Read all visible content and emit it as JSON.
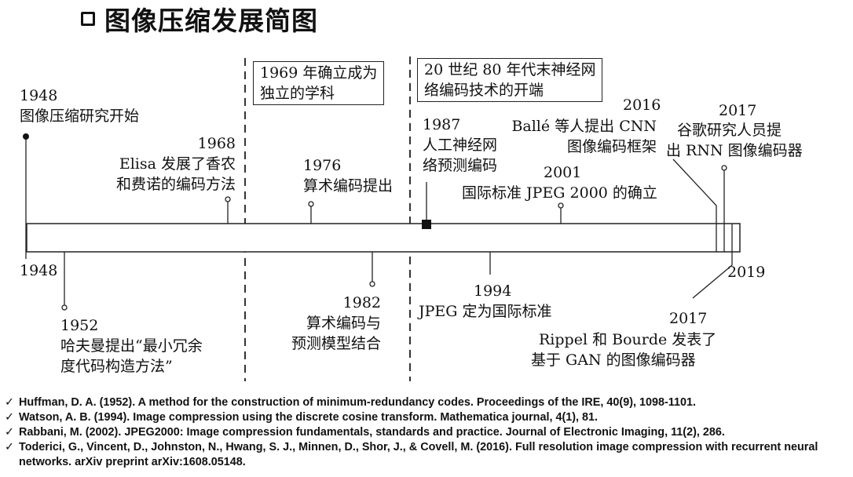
{
  "title": {
    "icon": "checkbox-outline-icon",
    "text": "图像压缩发展简图"
  },
  "timeline": {
    "start_label": "1948",
    "end_label": "2019",
    "boxes": [
      {
        "line1": "1969 年确立成为",
        "line2": "独立的学科"
      },
      {
        "line1": "20 世纪 80 年代末神经网",
        "line2": "络编码技术的开端"
      }
    ],
    "events_above": [
      {
        "year": "1948",
        "text": "图像压缩研究开始"
      },
      {
        "year": "1968",
        "line1": "Elisa 发展了香农",
        "line2": "和费诺的编码方法"
      },
      {
        "year": "1976",
        "text": "算术编码提出"
      },
      {
        "year": "1987",
        "line1": "人工神经网",
        "line2": "络预测编码"
      },
      {
        "year": "2001",
        "text": "国际标准 JPEG  2000 的确立"
      },
      {
        "year": "2016",
        "line1": "Ballé 等人提出 CNN",
        "line2": "图像编码框架"
      },
      {
        "year": "2017",
        "line1": "谷歌研究人员提",
        "line2": "出 RNN 图像编码器"
      }
    ],
    "events_below": [
      {
        "year": "1952",
        "line1": "哈夫曼提出“最小冗余",
        "line2": "度代码构造方法”"
      },
      {
        "year": "1982",
        "line1": "算术编码与",
        "line2": "预测模型结合"
      },
      {
        "year": "1994",
        "text": "JPEG 定为国际标准"
      },
      {
        "year": "2017",
        "line1": "Rippel 和 Bourde 发表了",
        "line2": "基于 GAN 的图像编码器"
      }
    ]
  },
  "references": {
    "bullet_icon": "checkmark-icon",
    "bullet": "✓",
    "items": [
      "Huffman, D. A. (1952). A method for the construction of minimum-redundancy codes. Proceedings of the IRE, 40(9), 1098-1101.",
      "Watson, A. B. (1994). Image compression using the discrete cosine transform. Mathematica journal, 4(1), 81.",
      "Rabbani, M. (2002). JPEG2000: Image compression fundamentals, standards and practice. Journal of Electronic Imaging, 11(2), 286.",
      "Toderici, G., Vincent, D., Johnston, N., Hwang, S. J., Minnen, D., Shor, J., & Covell, M. (2016). Full resolution image compression with recurrent neural networks. arXiv preprint arXiv:1608.05148."
    ]
  }
}
